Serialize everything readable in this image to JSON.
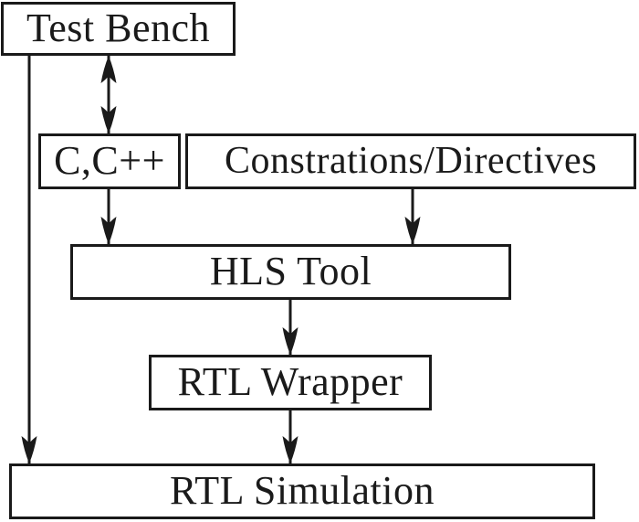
{
  "figure": {
    "type": "flowchart",
    "background": "#ffffff",
    "line_color": "#1a1a1a",
    "nodes": [
      {
        "id": "test-bench",
        "label": "Test Bench"
      },
      {
        "id": "c-cpp",
        "label": "C,C++"
      },
      {
        "id": "constraints-directives",
        "label": "Constrations/Directives"
      },
      {
        "id": "hls-tool",
        "label": "HLS Tool"
      },
      {
        "id": "rtl-wrapper",
        "label": "RTL Wrapper"
      },
      {
        "id": "rtl-simulation",
        "label": "RTL Simulation"
      }
    ],
    "edges": [
      {
        "from": "test-bench",
        "to": "c-cpp",
        "direction": "bidirectional"
      },
      {
        "from": "c-cpp",
        "to": "hls-tool",
        "direction": "down"
      },
      {
        "from": "constraints-directives",
        "to": "hls-tool",
        "direction": "down"
      },
      {
        "from": "hls-tool",
        "to": "rtl-wrapper",
        "direction": "down"
      },
      {
        "from": "rtl-wrapper",
        "to": "rtl-simulation",
        "direction": "down"
      },
      {
        "from": "test-bench",
        "to": "rtl-simulation",
        "direction": "down"
      }
    ]
  }
}
